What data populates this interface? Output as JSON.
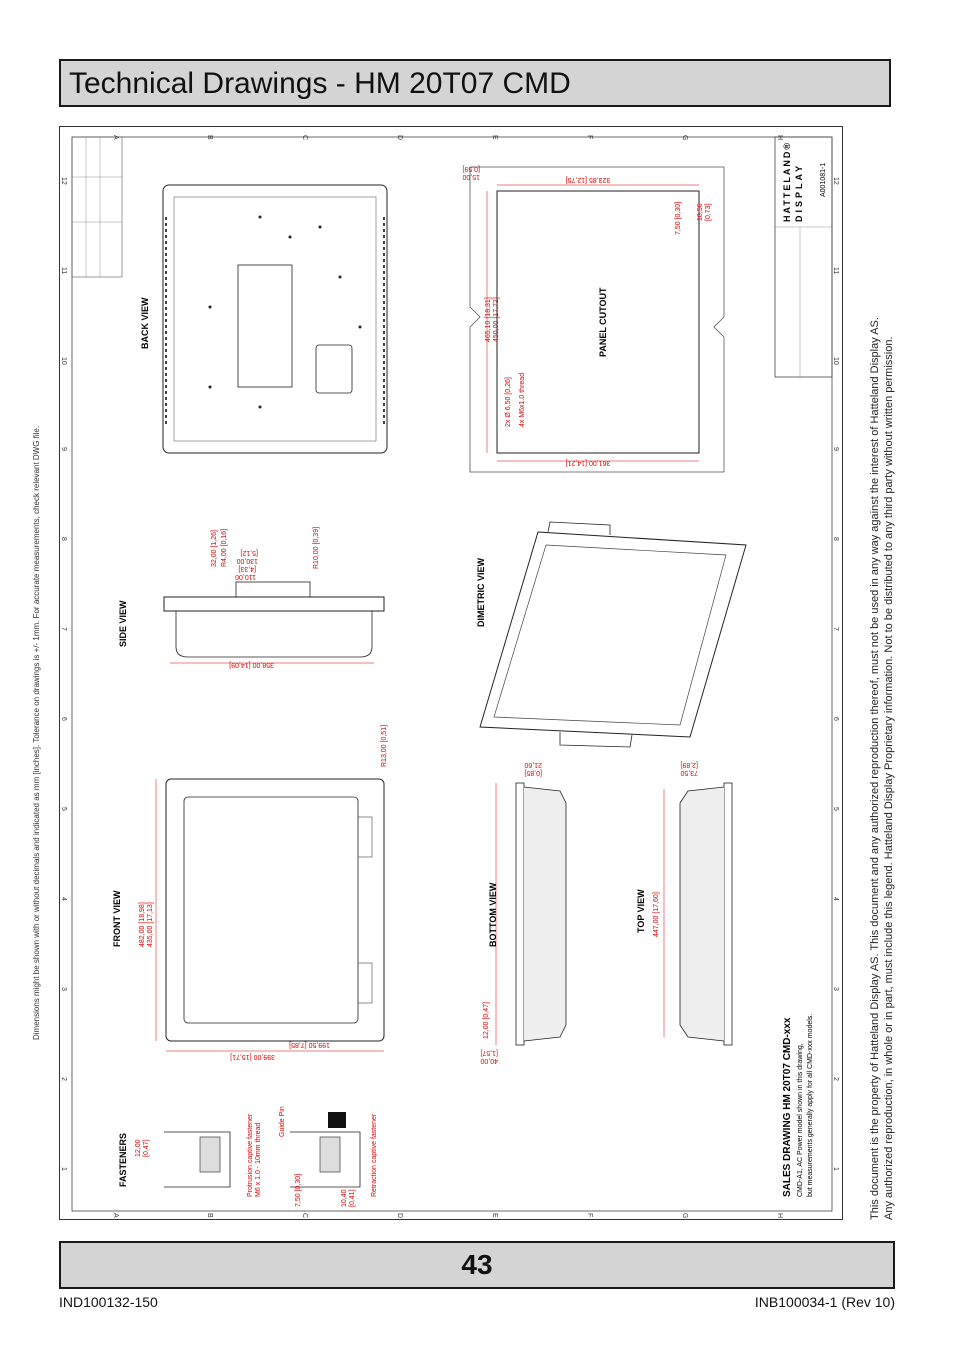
{
  "header": {
    "title": "Technical Drawings - HM 20T07 CMD"
  },
  "footer": {
    "page_number": "43",
    "doc_left": "IND100132-150",
    "doc_right": "INB100034-1 (Rev 10)"
  },
  "side_note": "Dimensions might be shown with or without decimals and indicated as mm [inches]. Tolerance on drawings is +/- 1mm. For accurate measurements, check relevant DWG file.",
  "legal": {
    "line1": "This document is the property of Hatteland Display AS. This document and any authorized reproduction thereof, must not be used in any way against the interest of Hatteland Display AS.",
    "line2": "Any authorized reproduction, in whole or in part, must include this legend. Hatteland Display Proprietary information. Not to be distributed to any third party without written permission."
  },
  "drawing": {
    "grid_letters": [
      "A",
      "B",
      "C",
      "D",
      "E",
      "F",
      "G",
      "H"
    ],
    "grid_numbers": [
      "1",
      "2",
      "3",
      "4",
      "5",
      "6",
      "7",
      "8",
      "9",
      "10",
      "11",
      "12"
    ],
    "views": {
      "back": "BACK VIEW",
      "panel": "PANEL CUTOUT",
      "side": "SIDE VIEW",
      "dimetric": "DIMETRIC VIEW",
      "front": "FRONT VIEW",
      "bottom": "BOTTOM VIEW",
      "top": "TOP VIEW",
      "fasteners": "FASTENERS"
    },
    "dims": {
      "panel_w": "323,85 [12,75]",
      "panel_c1": "15,00",
      "panel_c1b": "[0,59]",
      "panel_h1": "465,10 [18,31]",
      "panel_h2": "450,00 [17,72]",
      "panel_r": "7,50 [0,30]",
      "panel_r2": "18,56",
      "panel_r2b": "[0,73]",
      "panel_hole": "2x Ø 6,50 [0,26]",
      "panel_thread": "4x M6x1.0 thread",
      "panel_b": "361,00 [14,21]",
      "side_a": "32,00 [1,26]",
      "side_b": "R4,00 [0,16]",
      "side_c": "130,00",
      "side_c2": "[5,12]",
      "side_d": "110,00",
      "side_d2": "[4,33]",
      "side_e": "R10,00 [0,39]",
      "side_w": "358,00 [14,09]",
      "front_r": "R13,00 [0,51]",
      "front_h1": "482,00 [18,98]",
      "front_h2": "435,00 [17,13]",
      "front_w1": "199,50 [7,85]",
      "front_w2": "399,00 [15,71]",
      "bot_a": "21,60",
      "bot_a2": "[0,85]",
      "bot_b": "12,00 [0,47]",
      "bot_c": "40,00",
      "bot_c2": "[1,57]",
      "top_a": "73,50",
      "top_a2": "[2,89]",
      "top_h": "447,00 [17,60]",
      "fa_a": "12,00",
      "fa_a2": "[0,47]",
      "fa_b": "Protrusion captive fastener",
      "fa_c": "M6 x 1.0 - 10mm thread",
      "fa_d": "Guide Pin",
      "fa_e": "7,50 [0,30]",
      "fa_f": "10,40",
      "fa_f2": "[0,41]",
      "fa_g": "Retraction captive fastener"
    },
    "sales_title": "SALES DRAWING HM 20T07 CMD-xxx",
    "sales_sub1": "CMD-A1, AC Power model shown in this drawing,",
    "sales_sub2": "but measurements generally apply for all CMD-xxx models.",
    "brand1": "HATTELAND®",
    "brand2": "DISPLAY",
    "drawing_no": "A001081-1"
  }
}
